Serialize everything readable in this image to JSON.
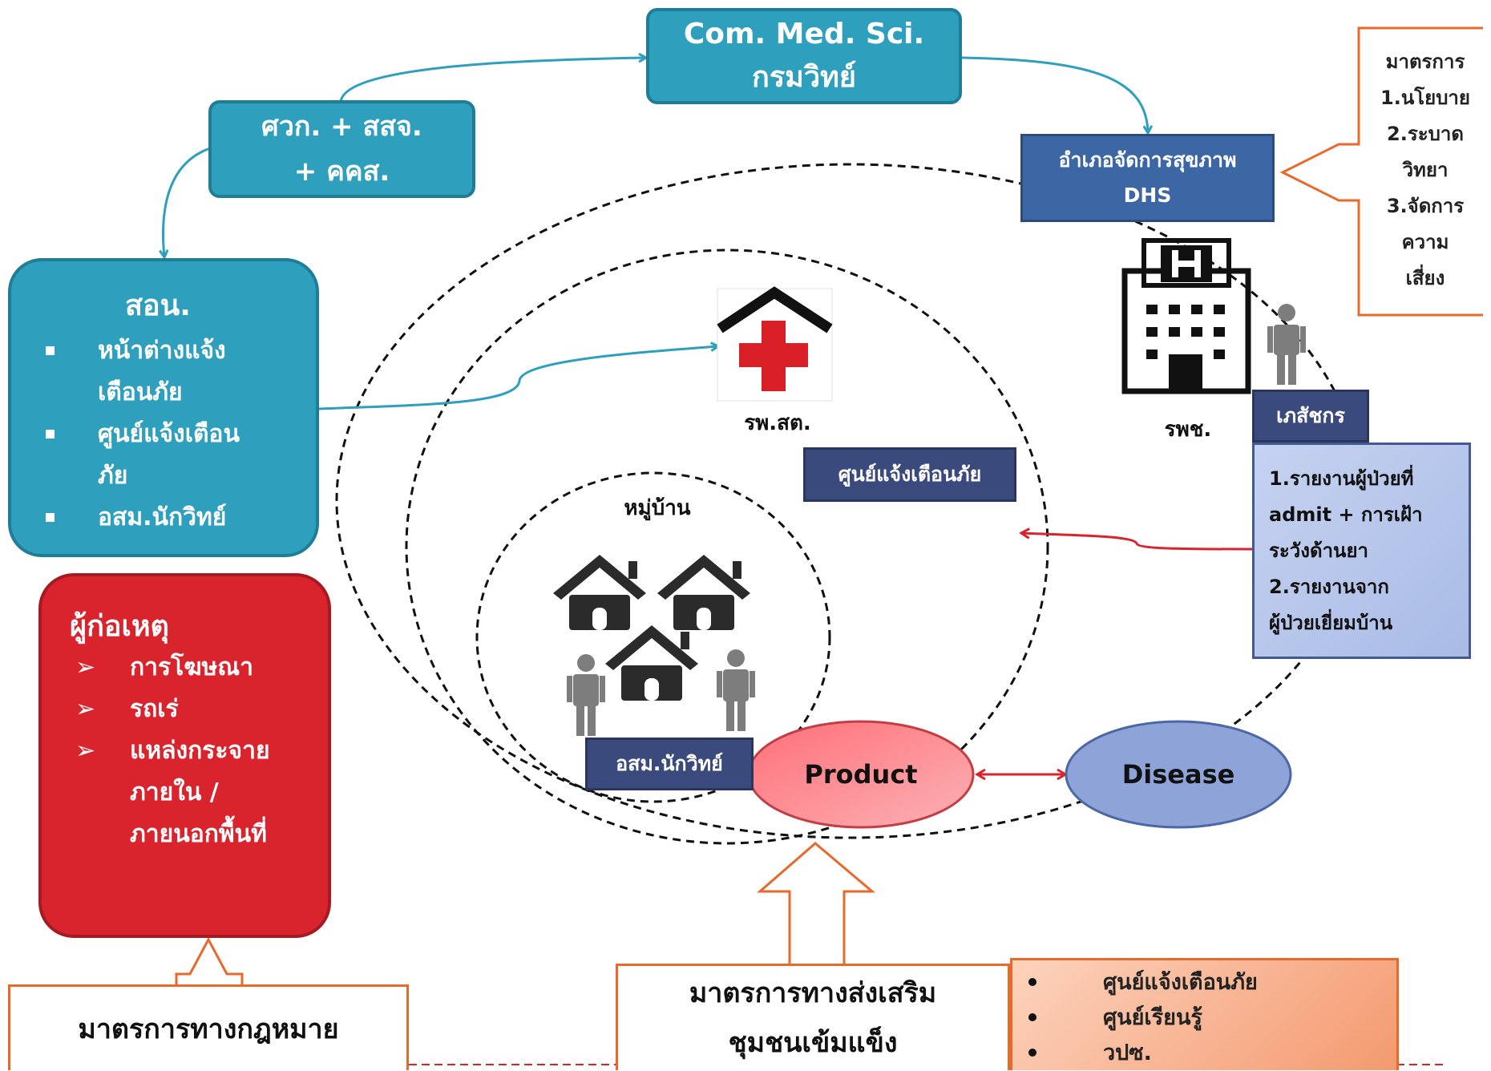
{
  "top_box": {
    "line1": "Com. Med. Sci.",
    "line2": "กรมวิทย์"
  },
  "coord_box": {
    "line1": "ศวก. + สสจ.",
    "line2": "+ คคส."
  },
  "son_box": {
    "title": "สอน.",
    "items": [
      "หน้าต่างแจ้งเตือนภัย",
      "ศูนย์แจ้งเตือนภัย",
      "อสม.นักวิทย์"
    ]
  },
  "culprit_box": {
    "title": "ผู้ก่อเหตุ",
    "items": [
      "การโฆษณา",
      "รถเร่",
      "แหล่งกระจาย ภายใน / ภายนอกพื้นที่"
    ]
  },
  "dhs_box": {
    "line1": "อำเภอจัดการสุขภาพ",
    "line2": "DHS"
  },
  "measures_box": {
    "lines": [
      "มาตรการ",
      "1.นโยบาย",
      "2.ระบาด",
      "วิทยา",
      "3.จัดการ",
      "ความ",
      "เสี่ยง"
    ]
  },
  "hospital": {
    "label": "รพช."
  },
  "pharmacist": {
    "label": "เภสัชกร"
  },
  "report_box": {
    "lines": [
      "1.รายงานผู้ป่วยที่",
      "admit + การเฝ้า",
      "ระวังด้านยา",
      "2.รายงานจาก",
      "ผู้ป่วยเยี่ยมบ้าน"
    ]
  },
  "rpst": {
    "label": "รพ.สต."
  },
  "alert_center": {
    "label": "ศูนย์แจ้งเตือนภัย"
  },
  "village": {
    "label": "หมู่บ้าน"
  },
  "osm": {
    "label": "อสม.นักวิทย์"
  },
  "product": {
    "label": "Product"
  },
  "disease": {
    "label": "Disease"
  },
  "legal_box": {
    "label": "มาตรการทางกฎหมาย"
  },
  "community_box": {
    "line1": "มาตรการทางส่งเสริม",
    "line2": "ชุมชนเข้มแข็ง"
  },
  "community_list": {
    "items": [
      "ศูนย์แจ้งเตือนภัย",
      "ศูนย์เรียนรู้",
      "วปซ."
    ]
  },
  "colors": {
    "teal": "#2e9fbc",
    "navy": "#3b4a7c",
    "dhs_blue": "#3d66a4",
    "red": "#d9232d",
    "orange": "#e8692a",
    "product_pink": "#f47e85",
    "disease_blue": "#8aa0d6"
  }
}
